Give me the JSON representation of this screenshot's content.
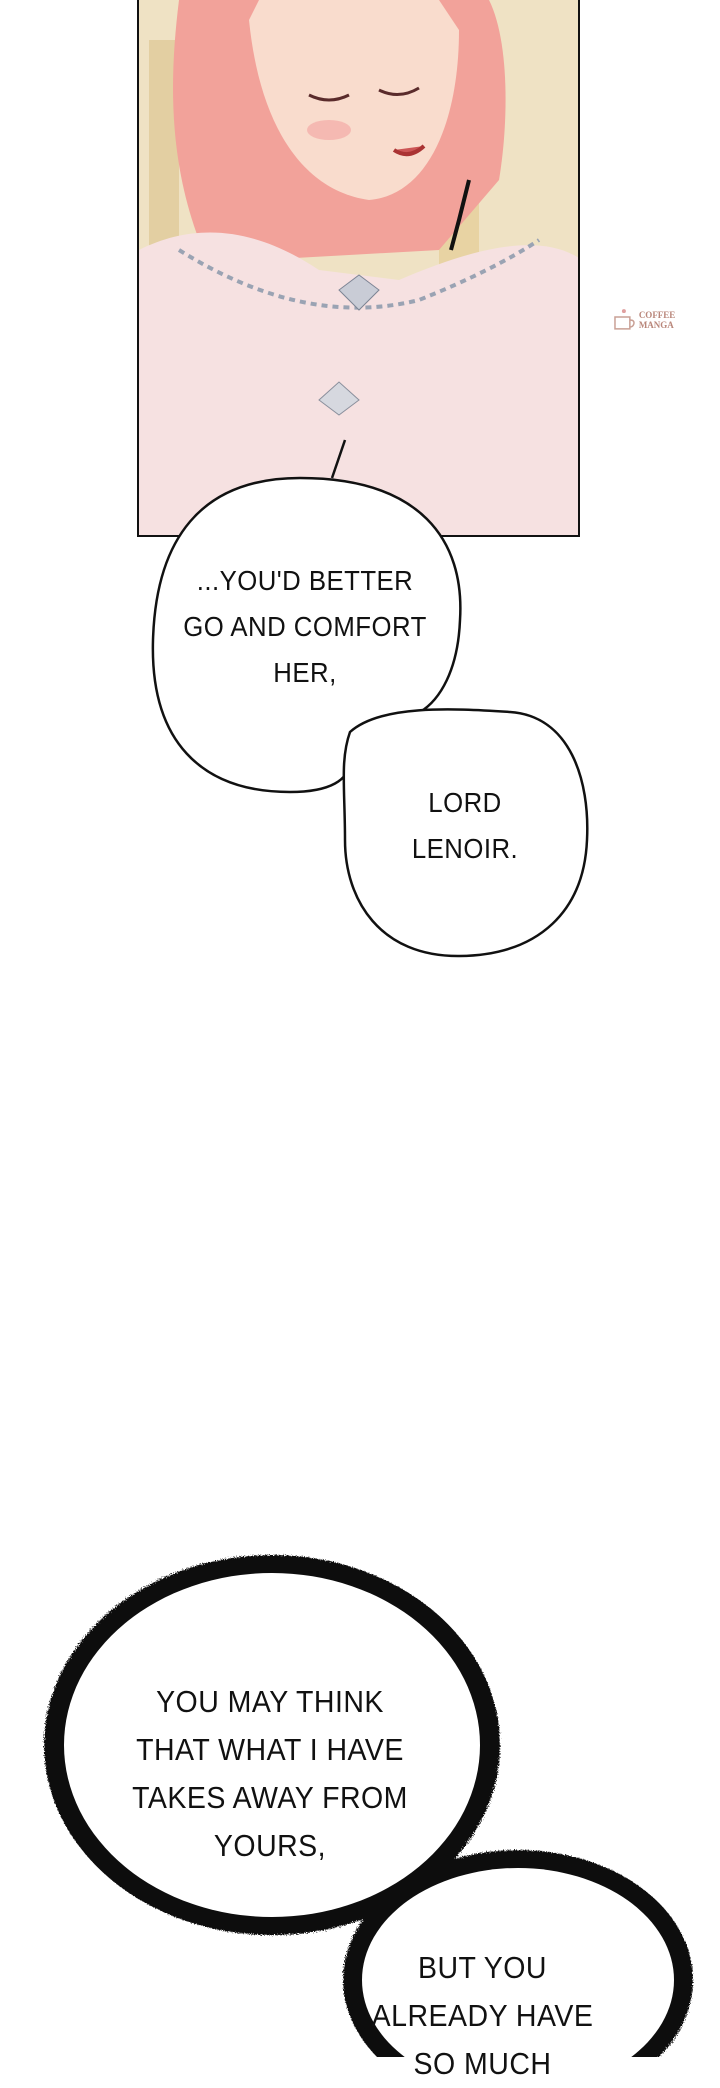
{
  "watermark": {
    "text": "COFFEE MANGA"
  },
  "bubbles": {
    "first": [
      "...YOU'D BETTER",
      "GO AND COMFORT",
      "HER,"
    ],
    "second": [
      "LORD",
      "LENOIR."
    ],
    "third": [
      "YOU MAY THINK",
      "THAT WHAT I HAVE",
      "TAKES AWAY FROM",
      "YOURS,"
    ],
    "fourth": [
      "BUT YOU",
      "ALREADY HAVE",
      "SO MUCH"
    ]
  }
}
